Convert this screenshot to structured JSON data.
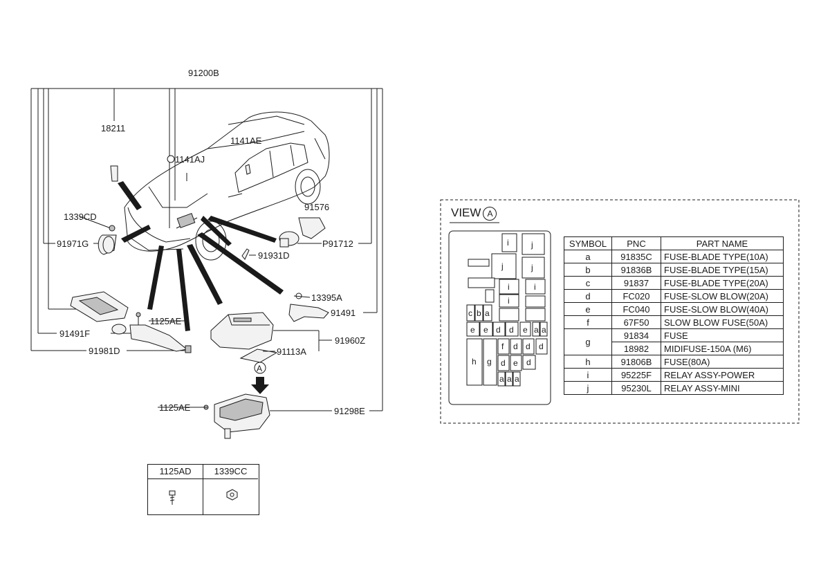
{
  "diagram": {
    "main_part": "91200B",
    "callouts": {
      "c18211": "18211",
      "c1141AE": "1141AE",
      "c1141AJ": "1141AJ",
      "c91576": "91576",
      "c1339CD": "1339CD",
      "c91971G": "91971G",
      "cP91712": "P91712",
      "c91931D": "91931D",
      "c13395A": "13395A",
      "c91491": "91491",
      "c1125AE_a": "1125AE",
      "c91491F": "91491F",
      "c91960Z": "91960Z",
      "c91981D": "91981D",
      "c91113A": "91113A",
      "c1125AE_b": "1125AE",
      "c91298E": "91298E",
      "view_marker": "A"
    }
  },
  "hardware": {
    "col1": "1125AD",
    "col2": "1339CC",
    "col1_icon": "bolt-icon",
    "col2_icon": "nut-icon"
  },
  "view": {
    "title": "VIEW",
    "marker": "A",
    "fuse_box": {
      "cells": [
        "i",
        "j",
        "j",
        "j",
        "i",
        "i",
        "i",
        "c",
        "b",
        "a",
        "e",
        "e",
        "d",
        "d",
        "e",
        "a",
        "a",
        "f",
        "d",
        "d",
        "d",
        "h",
        "g",
        "d",
        "e",
        "d",
        "a",
        "a",
        "a"
      ]
    },
    "table": {
      "headers": [
        "SYMBOL",
        "PNC",
        "PART NAME"
      ],
      "rows": [
        {
          "symbol": "a",
          "pnc": "91835C",
          "name": "FUSE-BLADE TYPE(10A)"
        },
        {
          "symbol": "b",
          "pnc": "91836B",
          "name": "FUSE-BLADE TYPE(15A)"
        },
        {
          "symbol": "c",
          "pnc": "91837",
          "name": "FUSE-BLADE TYPE(20A)"
        },
        {
          "symbol": "d",
          "pnc": "FC020",
          "name": "FUSE-SLOW BLOW(20A)"
        },
        {
          "symbol": "e",
          "pnc": "FC040",
          "name": "FUSE-SLOW BLOW(40A)"
        },
        {
          "symbol": "f",
          "pnc": "67F50",
          "name": "SLOW BLOW FUSE(50A)"
        },
        {
          "symbol": "g",
          "pnc": "91834",
          "name": "FUSE"
        },
        {
          "symbol": "",
          "pnc": "18982",
          "name": "MIDIFUSE-150A (M6)"
        },
        {
          "symbol": "h",
          "pnc": "91806B",
          "name": "FUSE(80A)"
        },
        {
          "symbol": "i",
          "pnc": "95225F",
          "name": "RELAY ASSY-POWER"
        },
        {
          "symbol": "j",
          "pnc": "95230L",
          "name": "RELAY ASSY-MINI"
        }
      ]
    }
  }
}
